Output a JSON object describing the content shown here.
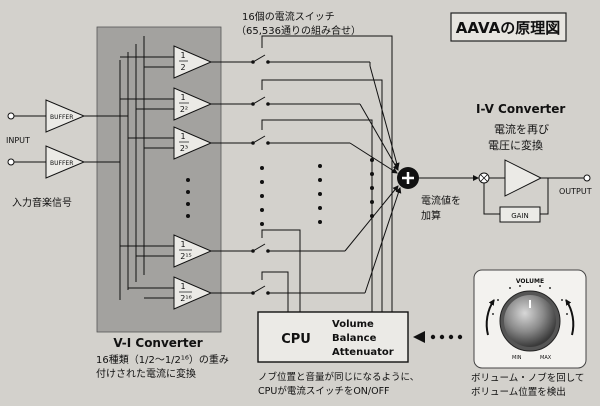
{
  "title": "AAVAの原理図",
  "input_label": "INPUT",
  "output_label": "OUTPUT",
  "buffer_label": "BUFFER",
  "input_signal_label": "入力音楽信号",
  "switch_caption": [
    "16個の電流スイッチ",
    "（65,536通りの組み合せ）"
  ],
  "vi_converter_label": "V-I Converter",
  "vi_caption": [
    "16種類（1/2〜1/2¹⁶）の重み",
    "付けされた電流に変換"
  ],
  "fractions": [
    "2",
    "2²",
    "2³",
    "2¹⁵",
    "2¹⁶"
  ],
  "fraction_numerator": "1",
  "sum_caption": [
    "電流値を",
    "加算"
  ],
  "iv_converter_label": "I-V Converter",
  "iv_caption": [
    "電流を再び",
    "電圧に変換"
  ],
  "gain_label": "GAIN",
  "cpu_label": "CPU",
  "attenuator_label": [
    "Volume",
    "Balance",
    "Attenuator"
  ],
  "cpu_caption": [
    "ノブ位置と音量が同じになるように、",
    "CPUが電流スイッチをON/OFF"
  ],
  "volume_label": "VOLUME",
  "knob_min": "MIN",
  "knob_max": "MAX",
  "knob_caption": [
    "ボリューム・ノブを回して",
    "ボリューム位置を検出"
  ]
}
